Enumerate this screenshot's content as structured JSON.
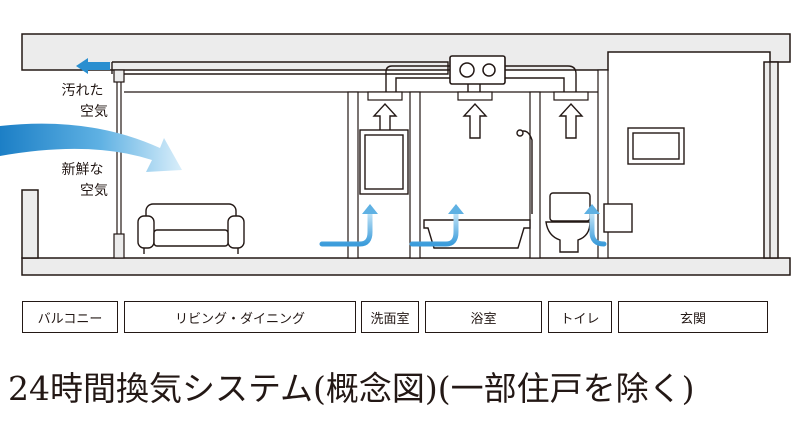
{
  "diagram": {
    "exhaust_label": [
      "汚れた",
      "空気"
    ],
    "intake_label": [
      "新鮮な",
      "空気"
    ],
    "colors": {
      "wall": "#ececec",
      "line": "#231815",
      "arrow_blue": "#2a8fd0",
      "arrow_light": "#8fc8ec"
    }
  },
  "rooms": [
    "バルコニー",
    "リビング・ダイニング",
    "洗面室",
    "浴室",
    "トイレ",
    "玄関"
  ],
  "caption": "24時間換気システム(概念図)(一部住戸を除く)"
}
